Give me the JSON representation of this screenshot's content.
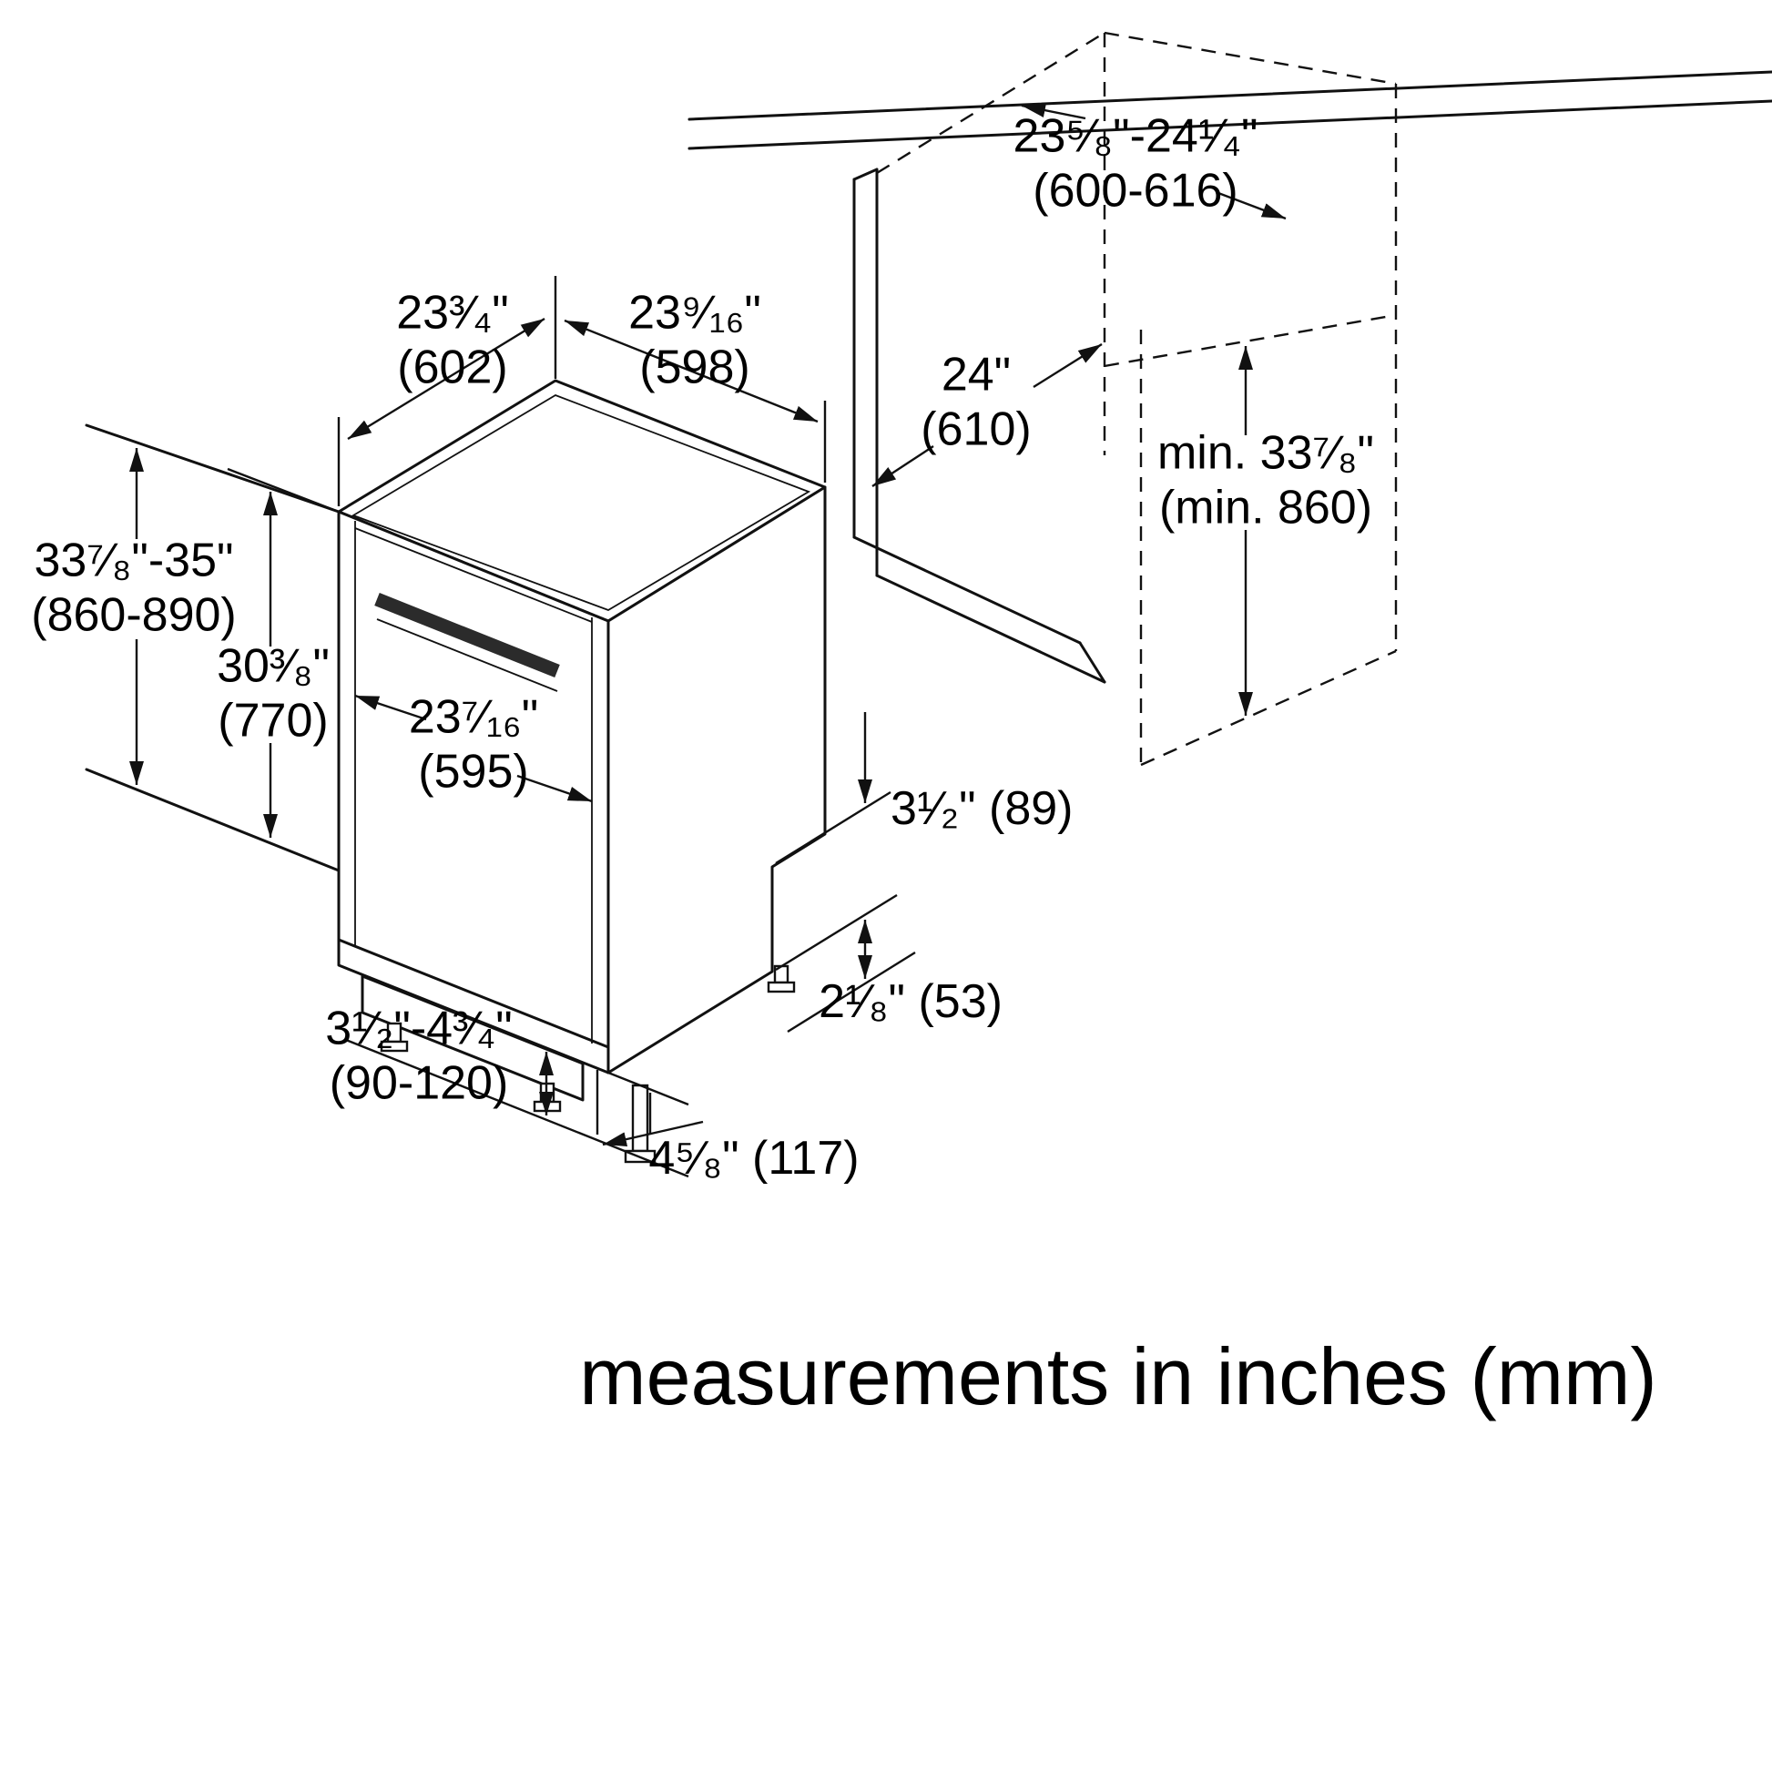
{
  "title": "dishwasher installation dimension diagram",
  "caption": "measurements in inches (mm)",
  "colors": {
    "line": "#111111",
    "handle": "#2b2b2b",
    "background": "#ffffff"
  },
  "labels": {
    "depth_top": "23³⁄₄\"\n(602)",
    "width_top": "23⁹⁄₁₆\"\n(598)",
    "cabinet_depth": "24\"\n(610)",
    "opening_width": "23⁵⁄₈\"-24¹⁄₄\"\n(600-616)",
    "opening_height": "min. 33⁷⁄₈\"\n(min. 860)",
    "overall_height": "33⁷⁄₈\"-35\"\n(860-890)",
    "door_height": "30³⁄₈\"\n(770)",
    "door_width": "23⁷⁄₁₆\"\n(595)",
    "rear_clearance": "3¹⁄₂\" (89)",
    "rear_foot_offset": "2¹⁄₈\" (53)",
    "base_height": "3¹⁄₂\"-4³⁄₄\"\n(90-120)",
    "front_foot_offset": "4⁵⁄₈\" (117)"
  }
}
